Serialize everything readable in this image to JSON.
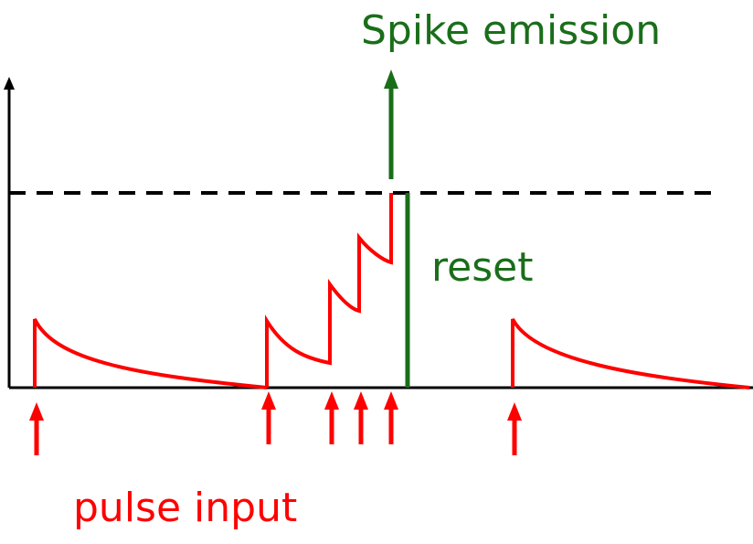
{
  "labels": {
    "spike": "Spike emission",
    "reset": "reset",
    "input": "pulse input"
  },
  "colors": {
    "trace": "#ff0000",
    "spike": "#1a6e1a",
    "axis": "#000000",
    "threshold": "#000000"
  },
  "icons": {
    "input_arrow": "up-arrow-icon",
    "spike_arrow": "up-arrow-icon"
  }
}
